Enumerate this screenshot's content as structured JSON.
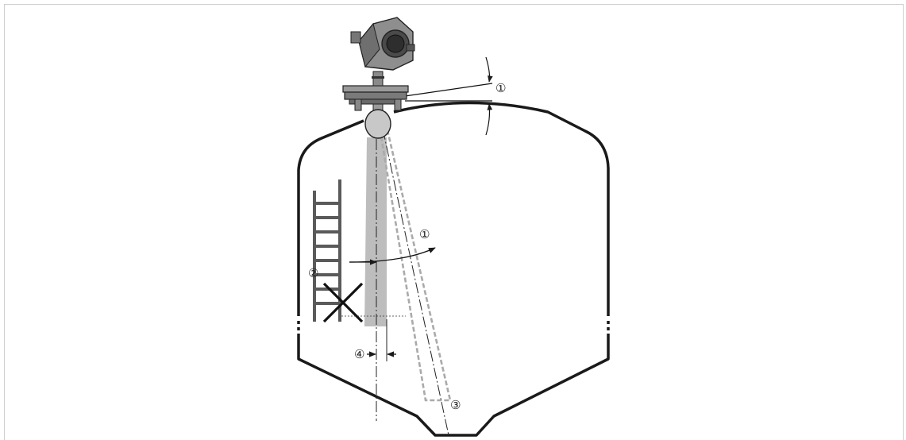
{
  "callouts": {
    "c1_top": "①",
    "c1_mid": "①",
    "c2": "②",
    "c3": "③",
    "c4": "④"
  },
  "colors": {
    "line": "#1a1a1a",
    "beam": "#bdbdbd",
    "ladder": "#5a5a5a",
    "device_body": "#8e8e8e",
    "device_dark": "#3a3a3a"
  },
  "icons": {
    "forbidden_mark": "cross-icon",
    "transmitter": "radar-transmitter-icon",
    "ladder": "ladder-icon"
  }
}
